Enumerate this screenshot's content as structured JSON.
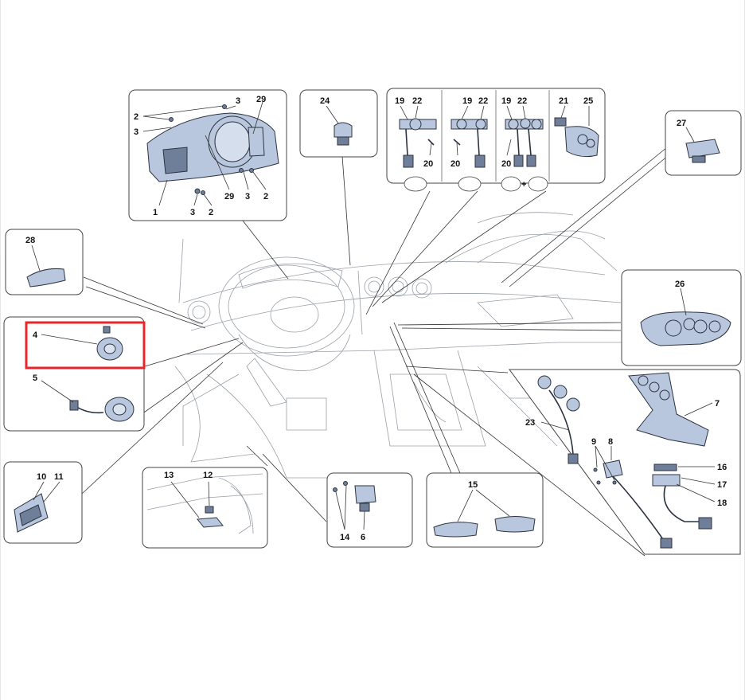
{
  "callouts": {
    "cluster": {
      "labels": [
        "2",
        "3",
        "29",
        "3",
        "1",
        "29",
        "3",
        "2",
        "3",
        "2"
      ]
    },
    "part24": {
      "labels": [
        "24"
      ]
    },
    "switches": {
      "labels": [
        "19",
        "22",
        "20",
        "19",
        "22",
        "20",
        "19",
        "22",
        "20",
        "21",
        "25"
      ],
      "plus": "+"
    },
    "part27": {
      "labels": [
        "27"
      ]
    },
    "part28": {
      "labels": [
        "28"
      ]
    },
    "part26": {
      "labels": [
        "26"
      ]
    },
    "part4": {
      "labels": [
        "4"
      ],
      "highlight_color": "#e8262a"
    },
    "part5": {
      "labels": [
        "5"
      ]
    },
    "parts10_11": {
      "labels": [
        "10",
        "11"
      ]
    },
    "parts13_12": {
      "labels": [
        "13",
        "12"
      ]
    },
    "parts14_6": {
      "labels": [
        "14",
        "6"
      ]
    },
    "part15": {
      "labels": [
        "15"
      ]
    },
    "parts_right": {
      "labels": [
        "7",
        "23",
        "9",
        "8",
        "16",
        "17",
        "18"
      ]
    }
  },
  "colors": {
    "part_fill": "#b9c7de",
    "outline": "#2c3340",
    "highlight": "#e8262a"
  }
}
